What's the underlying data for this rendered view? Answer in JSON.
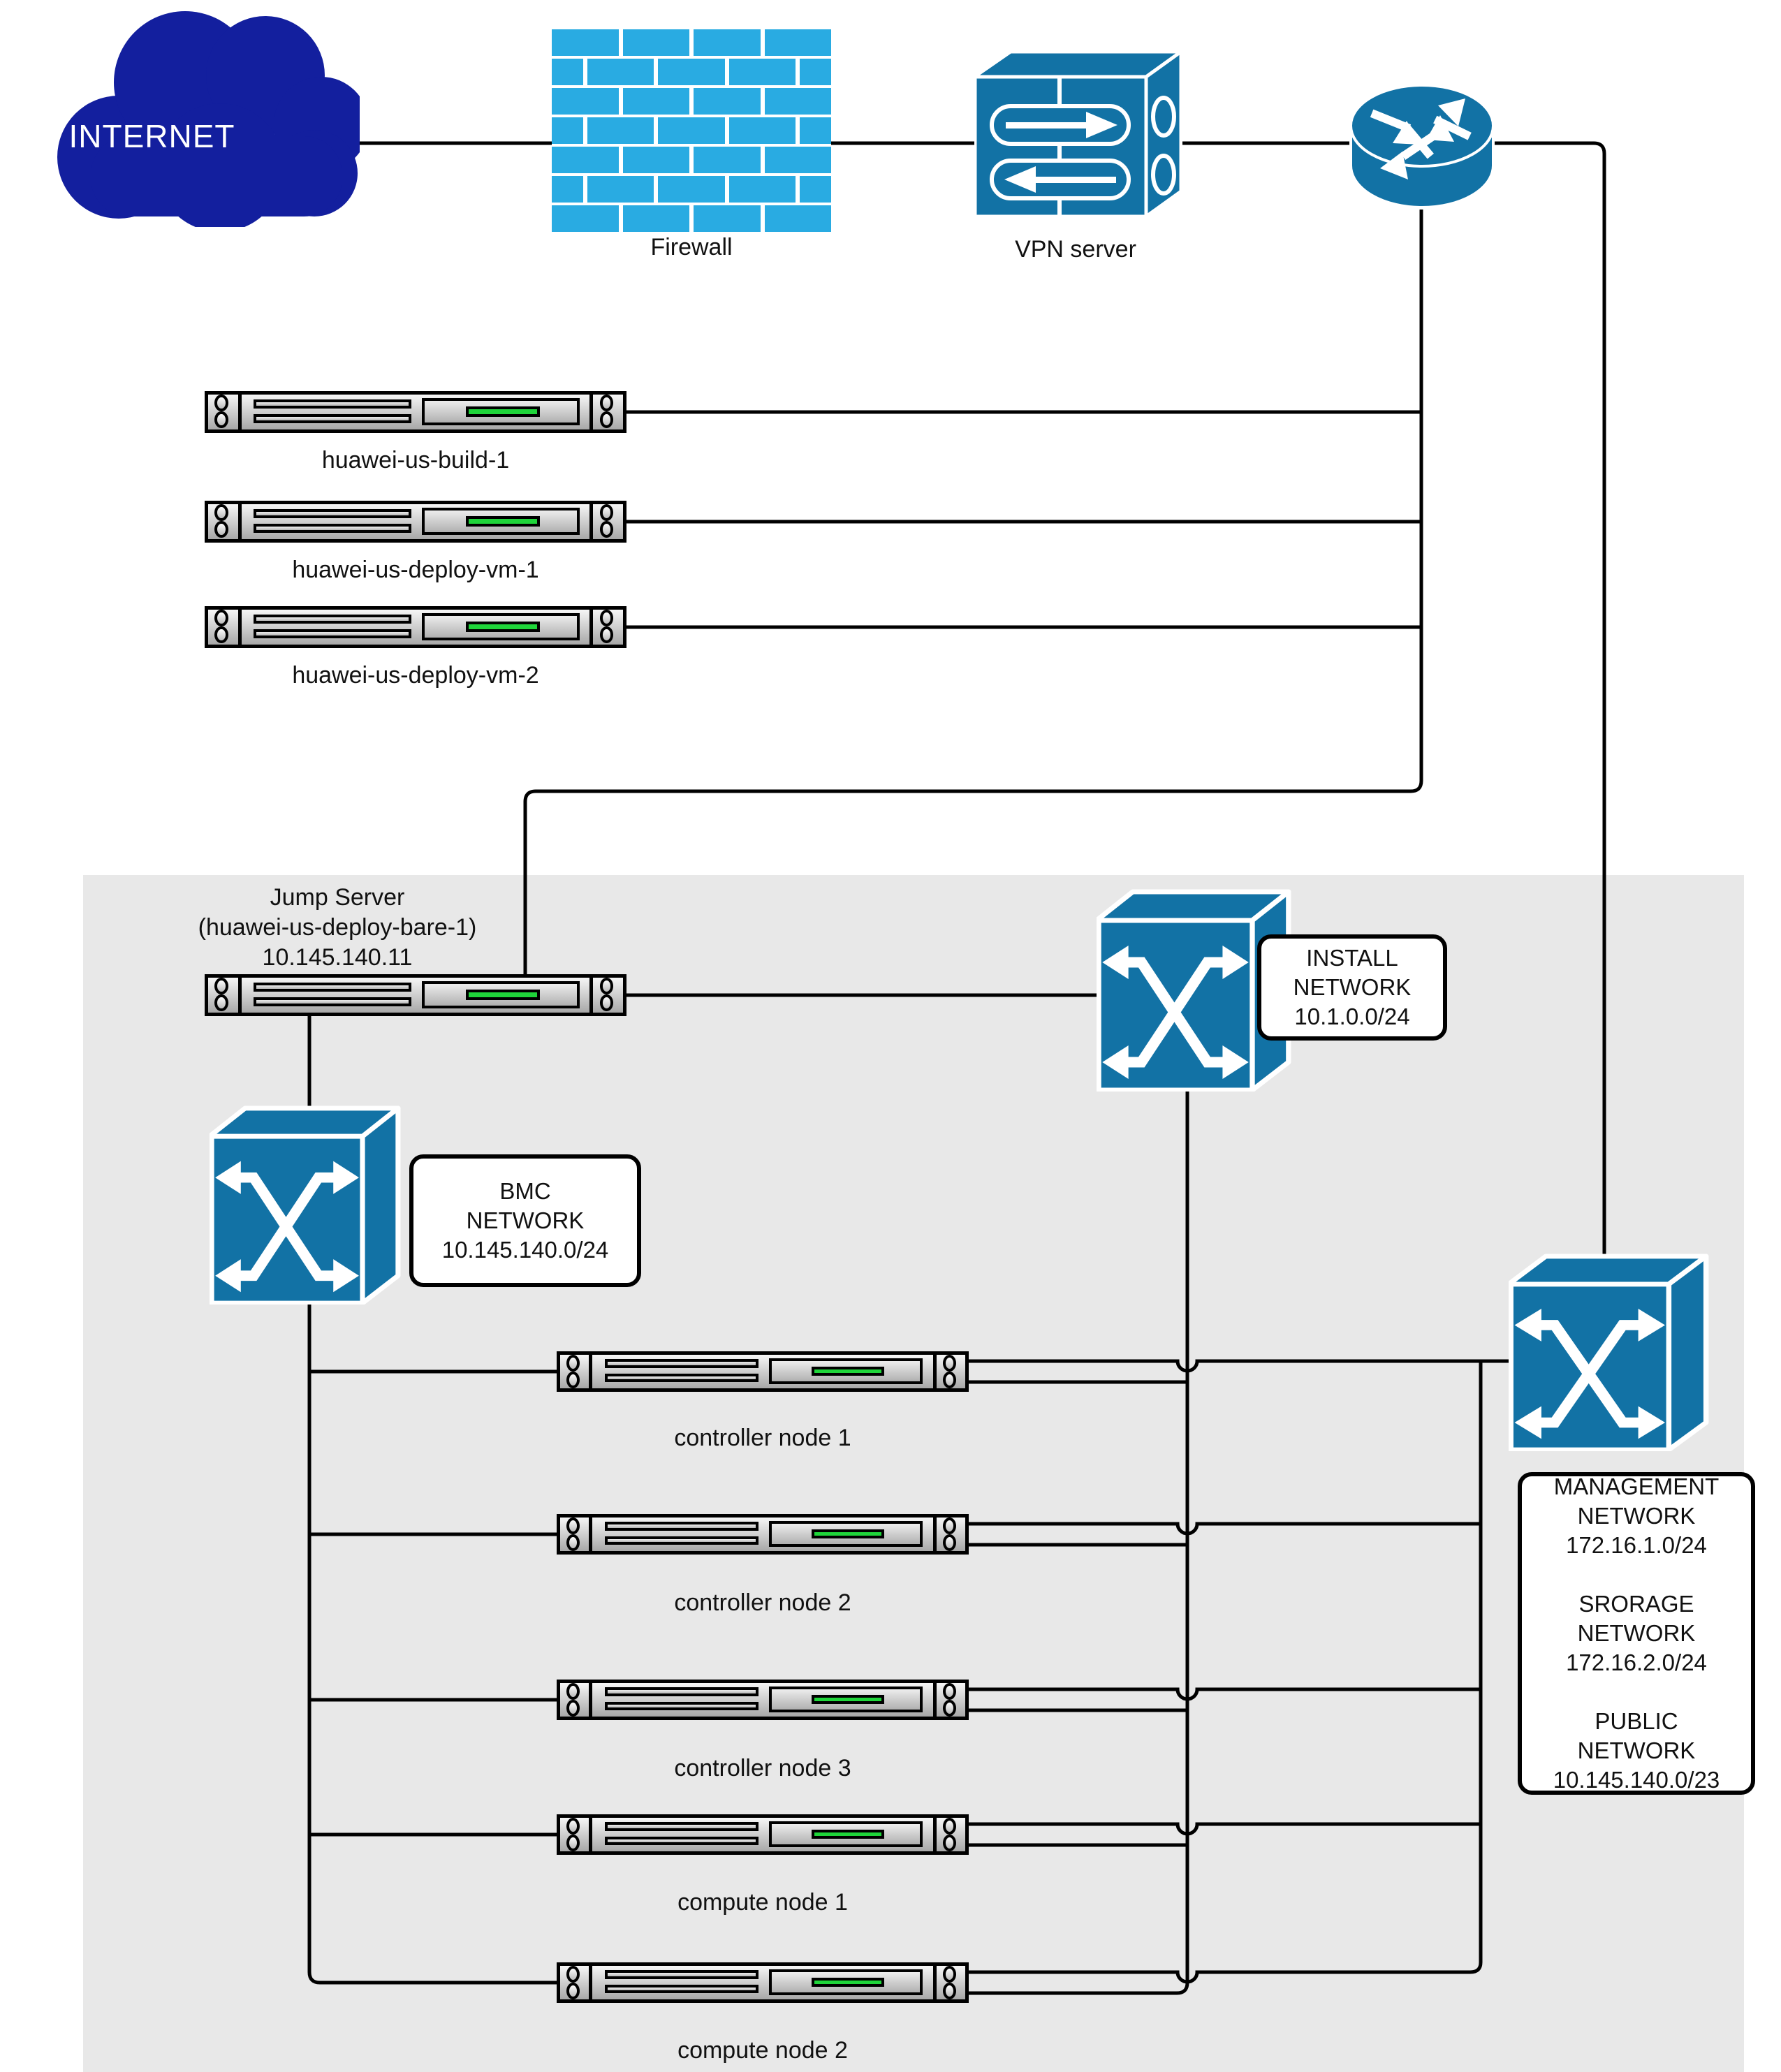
{
  "colors": {
    "cloud": "#131f9e",
    "brick": "#29abe2",
    "device": "#1272a5",
    "led": "#1fd53a",
    "zone_background": "#e8e8e8",
    "wire": "#000000"
  },
  "cloud": {
    "label": "INTERNET"
  },
  "firewall": {
    "label": "Firewall"
  },
  "vpn": {
    "label": "VPN server"
  },
  "servers": {
    "build": {
      "label": "huawei-us-build-1"
    },
    "deploy_vm_1": {
      "label": "huawei-us-deploy-vm-1"
    },
    "deploy_vm_2": {
      "label": "huawei-us-deploy-vm-2"
    },
    "jump": {
      "label_line1": "Jump Server",
      "label_line2": "(huawei-us-deploy-bare-1)",
      "label_line3": "10.145.140.11"
    },
    "controller_1": {
      "label": "controller node 1"
    },
    "controller_2": {
      "label": "controller node 2"
    },
    "controller_3": {
      "label": "controller node 3"
    },
    "compute_1": {
      "label": "compute node 1"
    },
    "compute_2": {
      "label": "compute node 2"
    }
  },
  "networks": {
    "install": {
      "lines": [
        "INSTALL",
        "NETWORK",
        "10.1.0.0/24"
      ]
    },
    "bmc": {
      "lines": [
        "BMC",
        "NETWORK",
        "10.145.140.0/24"
      ]
    },
    "management": {
      "lines": [
        "MANAGEMENT",
        "NETWORK",
        "172.16.1.0/24",
        "",
        "SRORAGE",
        "NETWORK",
        "172.16.2.0/24",
        "",
        "PUBLIC",
        "NETWORK",
        "10.145.140.0/23"
      ]
    }
  }
}
